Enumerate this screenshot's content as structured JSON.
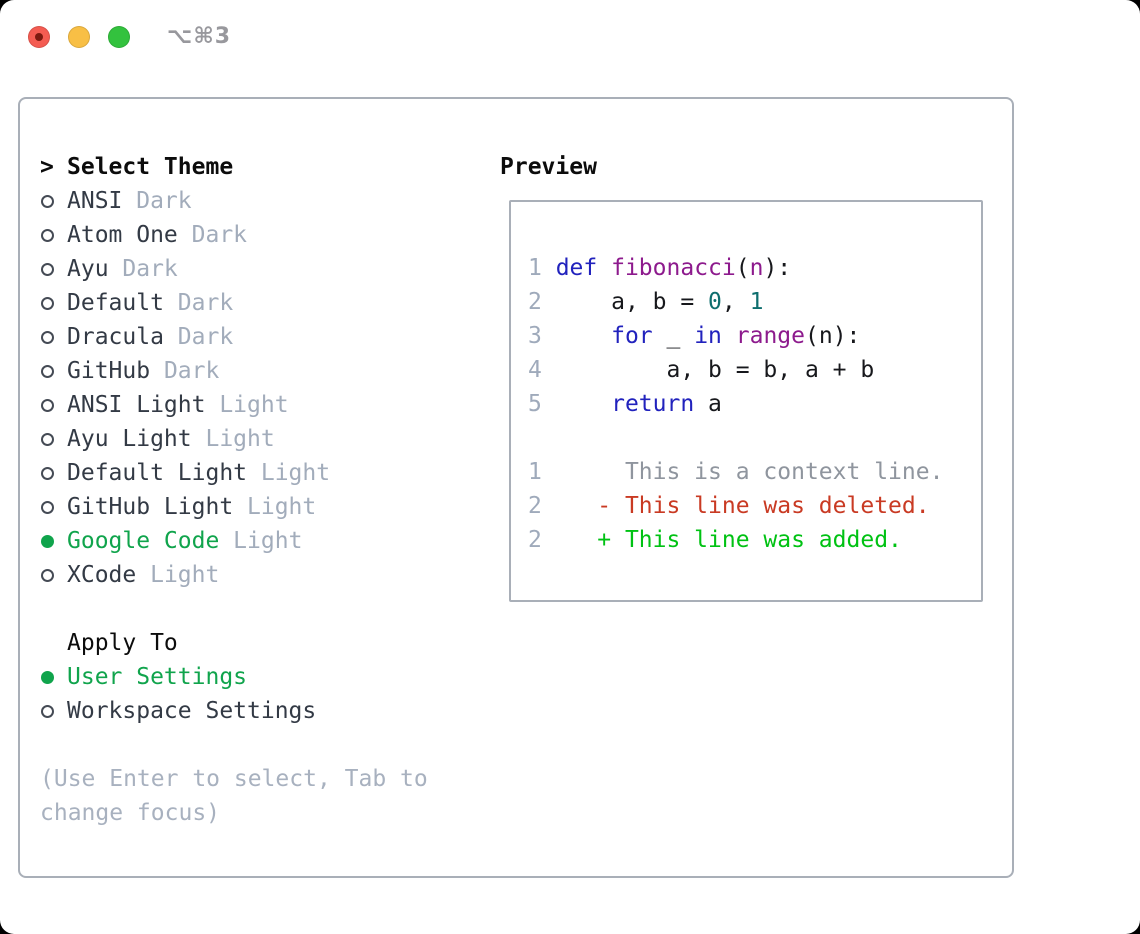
{
  "window": {
    "title": "⌥⌘3",
    "traffic_lights": [
      "close",
      "minimize",
      "zoom"
    ]
  },
  "colors": {
    "selected_green": "#10a44c",
    "keyword_blue": "#2122bd",
    "title_purple": "#8d1a8d",
    "number_teal": "#0e6e6e",
    "deleted_red": "#c93a23",
    "added_green": "#00c213",
    "muted_gray": "#a2acbb",
    "border_gray": "#a9afb8"
  },
  "theme_picker": {
    "header": {
      "marker": ">",
      "label": "Select Theme"
    },
    "items": [
      {
        "name": "ANSI",
        "variant": "Dark",
        "selected": false
      },
      {
        "name": "Atom One",
        "variant": "Dark",
        "selected": false
      },
      {
        "name": "Ayu",
        "variant": "Dark",
        "selected": false
      },
      {
        "name": "Default",
        "variant": "Dark",
        "selected": false
      },
      {
        "name": "Dracula",
        "variant": "Dark",
        "selected": false
      },
      {
        "name": "GitHub",
        "variant": "Dark",
        "selected": false
      },
      {
        "name": "ANSI Light",
        "variant": "Light",
        "selected": false
      },
      {
        "name": "Ayu Light",
        "variant": "Light",
        "selected": false
      },
      {
        "name": "Default Light",
        "variant": "Light",
        "selected": false
      },
      {
        "name": "GitHub Light",
        "variant": "Light",
        "selected": false
      },
      {
        "name": "Google Code",
        "variant": "Light",
        "selected": true
      },
      {
        "name": "XCode",
        "variant": "Light",
        "selected": false
      }
    ],
    "apply_to": {
      "label": "Apply To",
      "options": [
        {
          "label": "User Settings",
          "selected": true
        },
        {
          "label": "Workspace Settings",
          "selected": false
        }
      ]
    },
    "help": [
      "(Use Enter to select, Tab to",
      "change focus)"
    ]
  },
  "preview": {
    "label": "Preview",
    "lines": [
      {
        "segments": [
          {
            "c": "ln",
            "t": "1 "
          },
          {
            "c": "kw",
            "t": "def"
          },
          {
            "c": "pl",
            "t": " "
          },
          {
            "c": "fn",
            "t": "fibonacci"
          },
          {
            "c": "pl",
            "t": "("
          },
          {
            "c": "fn",
            "t": "n"
          },
          {
            "c": "pl",
            "t": "):"
          }
        ]
      },
      {
        "segments": [
          {
            "c": "ln",
            "t": "2 "
          },
          {
            "c": "pl",
            "t": "    a, b = "
          },
          {
            "c": "num",
            "t": "0"
          },
          {
            "c": "pl",
            "t": ", "
          },
          {
            "c": "num",
            "t": "1"
          }
        ]
      },
      {
        "segments": [
          {
            "c": "ln",
            "t": "3 "
          },
          {
            "c": "pl",
            "t": "    "
          },
          {
            "c": "kw",
            "t": "for"
          },
          {
            "c": "pl",
            "t": " _ "
          },
          {
            "c": "kw",
            "t": "in"
          },
          {
            "c": "pl",
            "t": " "
          },
          {
            "c": "fn",
            "t": "range"
          },
          {
            "c": "pl",
            "t": "(n):"
          }
        ]
      },
      {
        "segments": [
          {
            "c": "ln",
            "t": "4 "
          },
          {
            "c": "pl",
            "t": "        a, b = b, a + b"
          }
        ]
      },
      {
        "segments": [
          {
            "c": "ln",
            "t": "5 "
          },
          {
            "c": "pl",
            "t": "    "
          },
          {
            "c": "kw",
            "t": "return"
          },
          {
            "c": "pl",
            "t": " a"
          }
        ]
      },
      {
        "segments": []
      },
      {
        "segments": [
          {
            "c": "ln",
            "t": "1"
          },
          {
            "c": "ctx",
            "t": "      This is a context line."
          }
        ]
      },
      {
        "segments": [
          {
            "c": "ln",
            "t": "2"
          },
          {
            "c": "pl",
            "t": "    "
          },
          {
            "c": "del",
            "t": "- This line was deleted."
          }
        ]
      },
      {
        "segments": [
          {
            "c": "ln",
            "t": "2"
          },
          {
            "c": "pl",
            "t": "    "
          },
          {
            "c": "add",
            "t": "+ This line was added."
          }
        ]
      }
    ]
  }
}
